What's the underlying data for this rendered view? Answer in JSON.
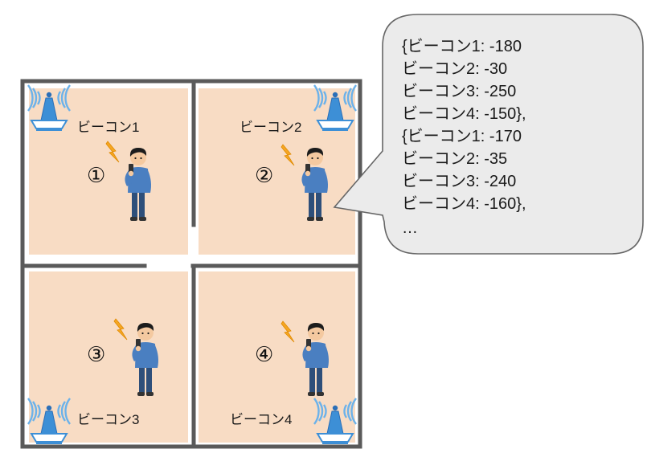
{
  "diagram": {
    "rooms": [
      {
        "number": "①",
        "beacon_label": "ビーコン1"
      },
      {
        "number": "②",
        "beacon_label": "ビーコン2"
      },
      {
        "number": "③",
        "beacon_label": "ビーコン3"
      },
      {
        "number": "④",
        "beacon_label": "ビーコン4"
      }
    ],
    "bubble": {
      "lines": [
        "{ビーコン1: -180",
        "ビーコン2: -30",
        "ビーコン3: -250",
        "ビーコン4: -150},",
        "{ビーコン1: -170",
        "ビーコン2: -35",
        "ビーコン3: -240",
        "ビーコン4: -160},",
        "…"
      ]
    },
    "colors": {
      "room_fill": "#f8dcc4",
      "wall": "#5a5a5a",
      "bubble_fill": "#ebebeb",
      "bubble_stroke": "#666666",
      "beacon_blue": "#3d8fd6",
      "signal": "#f5a623",
      "shirt": "#4a7fc1",
      "pants": "#2e4f7a",
      "hair": "#1c1c1c",
      "skin": "#f4c9a0"
    }
  }
}
